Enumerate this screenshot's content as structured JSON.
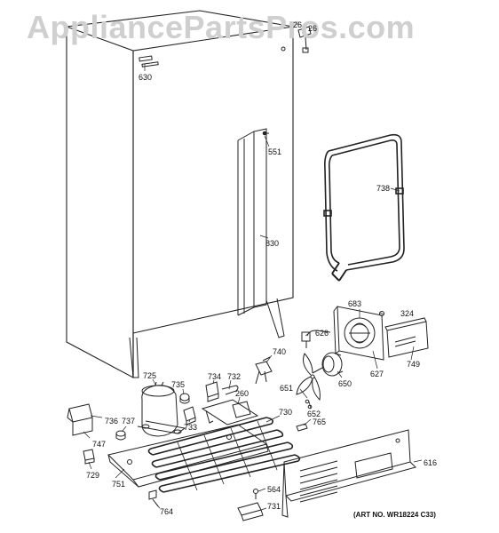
{
  "watermark": "AppliancePartsPros.com",
  "art_number": "(ART NO. WR18224 C33)",
  "parts": [
    {
      "id": "p630",
      "label": "630"
    },
    {
      "id": "p26",
      "label": "26"
    },
    {
      "id": "p26b",
      "label": "26"
    },
    {
      "id": "p551",
      "label": "551"
    },
    {
      "id": "p738",
      "label": "738"
    },
    {
      "id": "p830",
      "label": "830"
    },
    {
      "id": "p683",
      "label": "683"
    },
    {
      "id": "p324",
      "label": "324"
    },
    {
      "id": "p626",
      "label": "626"
    },
    {
      "id": "p740",
      "label": "740"
    },
    {
      "id": "p749",
      "label": "749"
    },
    {
      "id": "p627",
      "label": "627"
    },
    {
      "id": "p725",
      "label": "725"
    },
    {
      "id": "p734",
      "label": "734"
    },
    {
      "id": "p732",
      "label": "732"
    },
    {
      "id": "p735",
      "label": "735"
    },
    {
      "id": "p651",
      "label": "651"
    },
    {
      "id": "p650",
      "label": "650"
    },
    {
      "id": "p260",
      "label": "260"
    },
    {
      "id": "p652",
      "label": "652"
    },
    {
      "id": "p730",
      "label": "730"
    },
    {
      "id": "p765",
      "label": "765"
    },
    {
      "id": "p736",
      "label": "736"
    },
    {
      "id": "p737",
      "label": "737"
    },
    {
      "id": "p733",
      "label": "733"
    },
    {
      "id": "p747",
      "label": "747"
    },
    {
      "id": "p616",
      "label": "616"
    },
    {
      "id": "p729",
      "label": "729"
    },
    {
      "id": "p751",
      "label": "751"
    },
    {
      "id": "p564",
      "label": "564"
    },
    {
      "id": "p764",
      "label": "764"
    },
    {
      "id": "p731",
      "label": "731"
    }
  ]
}
